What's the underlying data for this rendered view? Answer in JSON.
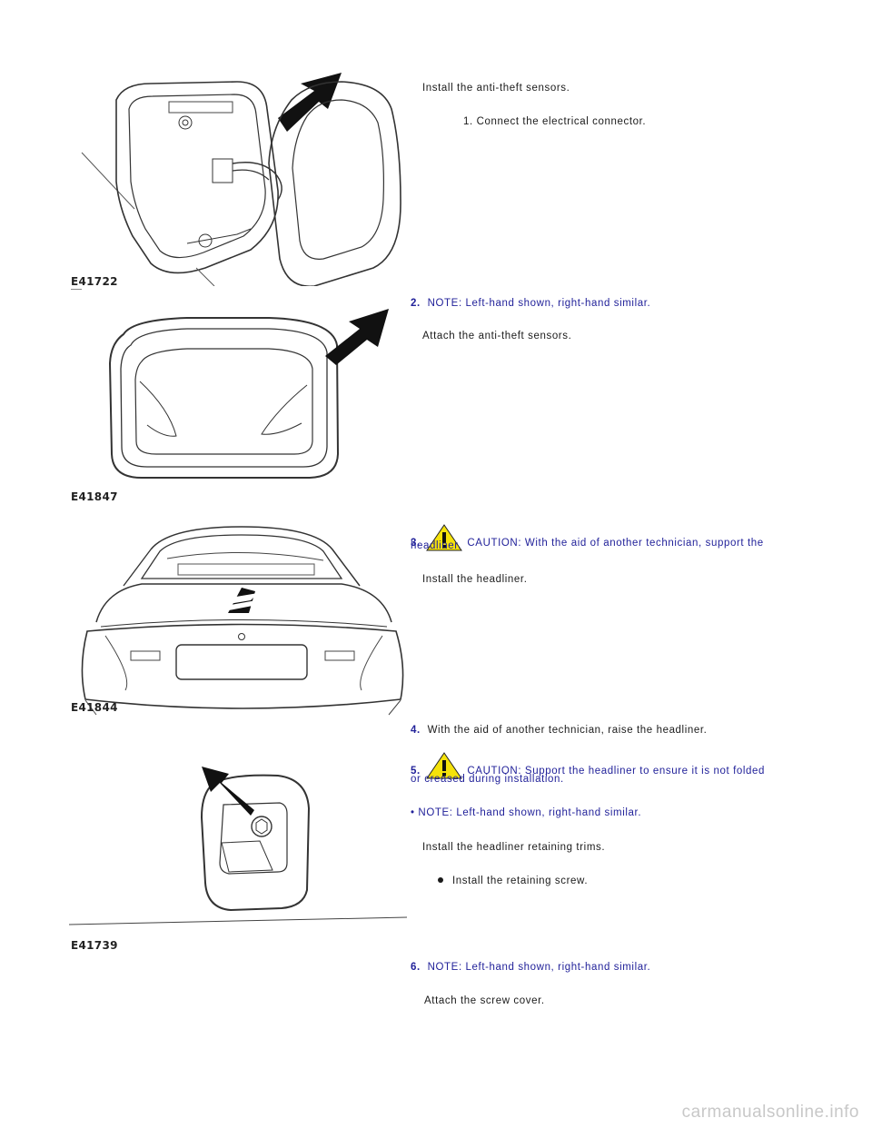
{
  "figures": {
    "fig1": "E41722",
    "fig2": "E41847",
    "fig3": "E41844",
    "fig4": "E41739"
  },
  "step1": {
    "text": "Install the anti-theft sensors.",
    "sub": "1.  Connect the electrical connector."
  },
  "step2": {
    "num": "2.",
    "note": "NOTE: Left-hand shown, right-hand similar.",
    "text": "Attach the anti-theft sensors."
  },
  "step3": {
    "num": "3.",
    "caution_line1": "CAUTION: With the aid of another technician, support the",
    "caution_line2": "headliner.",
    "text": "Install the headliner."
  },
  "step4": {
    "num": "4.",
    "text": "With the aid of another technician, raise the headliner."
  },
  "step5": {
    "num": "5.",
    "caution_line1": "CAUTION: Support the headliner to ensure it is not folded",
    "caution_line2": "or creased during installation.",
    "note": "• NOTE: Left-hand shown, right-hand similar.",
    "text": "Install the headliner retaining trims.",
    "bullet": "Install the retaining screw."
  },
  "step6": {
    "num": "6.",
    "note": "NOTE: Left-hand shown, right-hand similar.",
    "text": "Attach the screw cover."
  },
  "watermark": "carmanualsonline.info",
  "colors": {
    "link_blue": "#22229a",
    "warning_yellow": "#f5e20a"
  }
}
